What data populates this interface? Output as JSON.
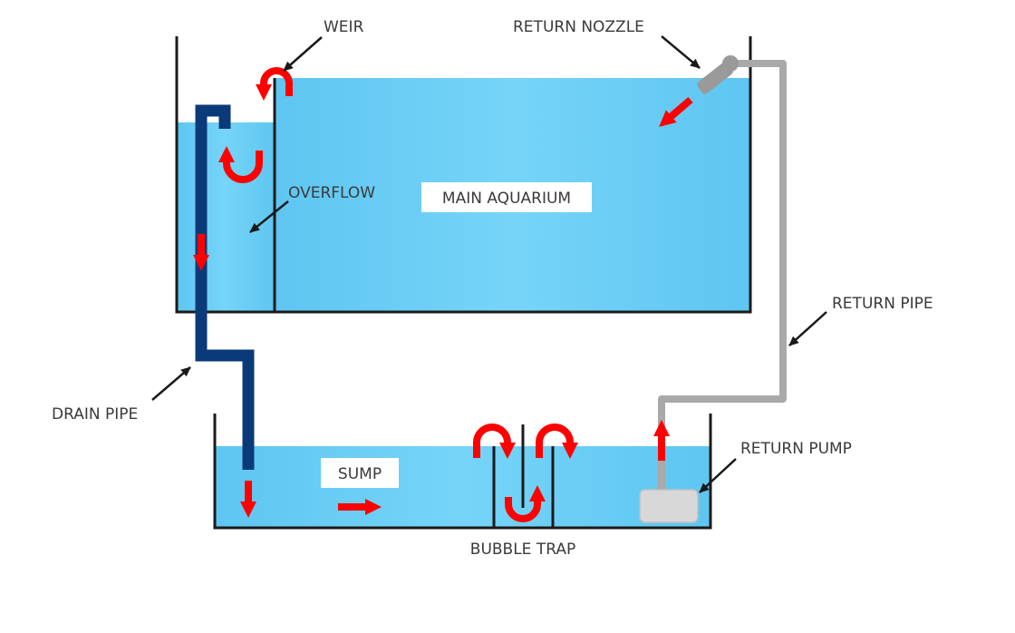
{
  "labels": {
    "weir": "WEIR",
    "return_nozzle": "RETURN NOZZLE",
    "overflow": "OVERFLOW",
    "main_aquarium": "MAIN AQUARIUM",
    "return_pipe": "RETURN PIPE",
    "drain_pipe": "DRAIN PIPE",
    "sump": "SUMP",
    "return_pump": "RETURN PUMP",
    "bubble_trap": "BUBBLE TRAP"
  },
  "colors": {
    "water": "#6dcff6",
    "tank_wall": "#1a1a1a",
    "drain_pipe": "#0b3a7a",
    "return_pipe": "#a9a9a9",
    "flow_arrow": "#ff0000",
    "pointer": "#1a1a1a",
    "pump": "#d8d8d8",
    "label_box": "#ffffff"
  },
  "icons": {
    "flow": "red-arrow-icon",
    "pointer": "black-arrow-icon",
    "pump": "pump-block-icon",
    "nozzle": "nozzle-icon"
  }
}
